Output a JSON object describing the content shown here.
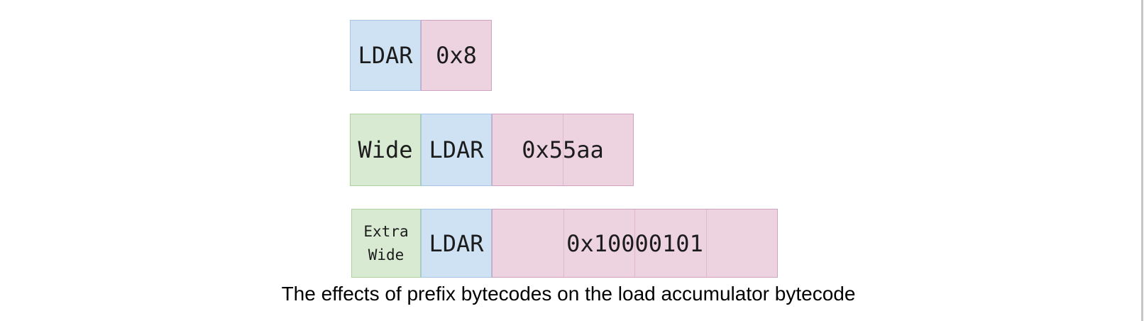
{
  "caption": "The effects of prefix bytecodes on the load accumulator bytecode",
  "colors": {
    "prefix_fill": "#d9ead3",
    "prefix_border": "#aed19d",
    "opcode_fill": "#cfe2f3",
    "opcode_border": "#a6c5e6",
    "operand_fill": "#ecd3df",
    "operand_border": "#d2a3c0",
    "operand_divider": "#dfb8cd",
    "text": "#1c1c1c",
    "right_edge": "#c6c6c6"
  },
  "rows": [
    {
      "id": "ldar",
      "opcode": "LDAR",
      "operand": {
        "value": "0x8",
        "bytes": 1
      }
    },
    {
      "id": "wide-ldar",
      "prefix": "Wide",
      "opcode": "LDAR",
      "operand": {
        "value": "0x55aa",
        "bytes": 2
      }
    },
    {
      "id": "extra-wide-ldar",
      "prefix": "Extra Wide",
      "prefix_lines": [
        "Extra",
        "Wide"
      ],
      "opcode": "LDAR",
      "operand": {
        "value": "0x10000101",
        "bytes": 4
      }
    }
  ]
}
